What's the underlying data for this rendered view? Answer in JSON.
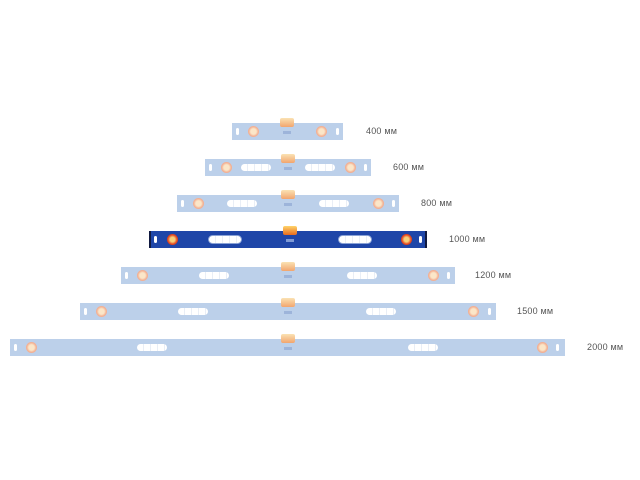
{
  "colors": {
    "inactive_body": "#bcd0ea",
    "active_body": "#1f46a8",
    "vial_inactive": "#f0a48a",
    "vial_active": "#e2461f",
    "label_text": "#555555",
    "background": "#ffffff"
  },
  "levels": [
    {
      "length_label": "400 мм",
      "active": false
    },
    {
      "length_label": "600 мм",
      "active": false
    },
    {
      "length_label": "800 мм",
      "active": false
    },
    {
      "length_label": "1000 мм",
      "active": true
    },
    {
      "length_label": "1200 мм",
      "active": false
    },
    {
      "length_label": "1500 мм",
      "active": false
    },
    {
      "length_label": "2000 мм",
      "active": false
    }
  ]
}
